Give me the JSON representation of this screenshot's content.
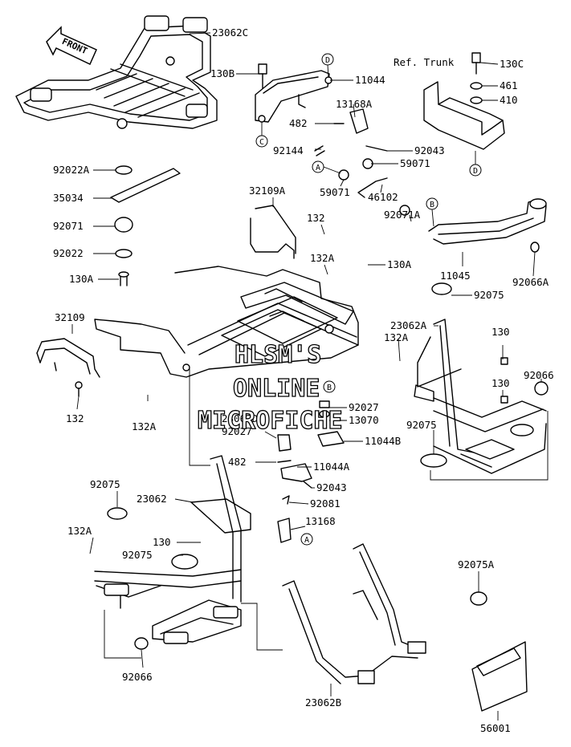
{
  "front_label": "FRONT",
  "ref_trunk": "Ref. Trunk",
  "watermark": [
    "HLSM'S",
    "ONLINE",
    "MICROFICHE"
  ],
  "callouts": {
    "A": "A",
    "B": "B",
    "C": "C",
    "D": "D"
  },
  "parts": {
    "p23062C": "23062C",
    "p130B": "130B",
    "p11044": "11044",
    "p130C": "130C",
    "p461": "461",
    "p410": "410",
    "p13168A": "13168A",
    "p482_top": "482",
    "p92144": "92144",
    "p92043_top": "92043",
    "p59071_r": "59071",
    "p59071_l": "59071",
    "p46102": "46102",
    "p92022A": "92022A",
    "p35034": "35034",
    "p92071": "92071",
    "p92022": "92022",
    "p130A_left": "130A",
    "p32109A": "32109A",
    "p132_top": "132",
    "p132A_top": "132A",
    "p130A_mid": "130A",
    "p92071A": "92071A",
    "p11045": "11045",
    "p92066A": "92066A",
    "p92075_r": "92075",
    "p32109": "32109",
    "p23062A": "23062A",
    "p132A_r": "132A",
    "p130_r1": "130",
    "p130_r2": "130",
    "p92066_r": "92066",
    "p132_left": "132",
    "p132A_left": "132A",
    "p23062D": "23062D",
    "p92027_l": "92027",
    "p92027_r": "92027",
    "p13070": "13070",
    "p11044B": "11044B",
    "p92075_r2": "92075",
    "p482_mid": "482",
    "p11044A": "11044A",
    "p92043_mid": "92043",
    "p92081": "92081",
    "p13168": "13168",
    "p92075_l1": "92075",
    "p23062": "23062",
    "p132A_low": "132A",
    "p130_low": "130",
    "p92075_l2": "92075",
    "p92075A": "92075A",
    "p92066_l": "92066",
    "p23062B": "23062B",
    "p56001": "56001"
  }
}
